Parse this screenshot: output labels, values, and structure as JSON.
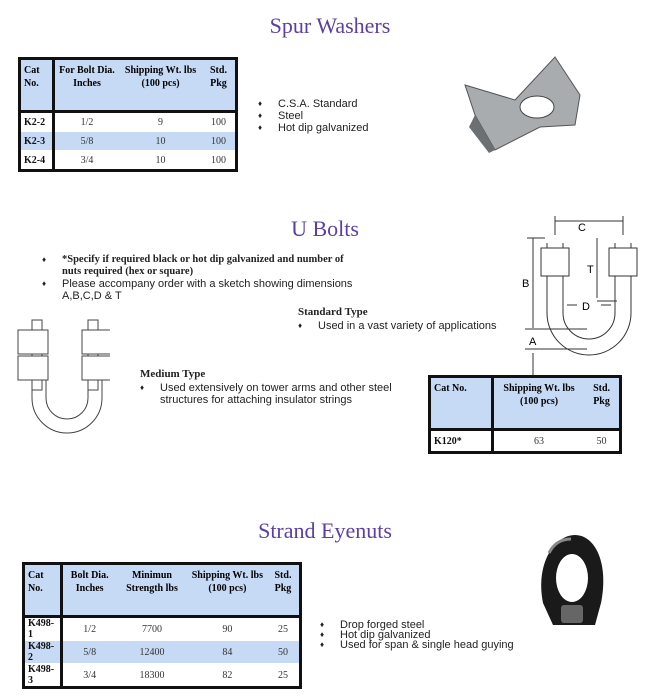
{
  "spur_washers": {
    "title": "Spur Washers",
    "headers": [
      "Cat No.",
      "For Bolt Dia. Inches",
      "Shipping Wt. lbs (100 pcs)",
      "Std. Pkg"
    ],
    "rows": [
      [
        "K2-2",
        "1/2",
        "9",
        "100"
      ],
      [
        "K2-3",
        "5/8",
        "10",
        "100"
      ],
      [
        "K2-4",
        "3/4",
        "10",
        "100"
      ]
    ],
    "bullets": [
      "C.S.A. Standard",
      "Steel",
      "Hot dip galvanized"
    ]
  },
  "u_bolts": {
    "title": "U Bolts",
    "notes": [
      "*Specify if required black or hot dip galvanized and number of nuts required (hex or square)",
      "Please accompany order with a sketch showing dimensions A,B,C,D & T"
    ],
    "standard_label": "Standard Type",
    "standard_bullet": "Used in a vast variety of applications",
    "medium_label": "Medium Type",
    "medium_bullet": "Used extensively on tower arms and other steel structures for attaching insulator strings",
    "dims": [
      "C",
      "B",
      "T",
      "D",
      "A"
    ],
    "headers": [
      "Cat No.",
      "Shipping Wt. lbs (100 pcs)",
      "Std. Pkg"
    ],
    "rows": [
      [
        "K120*",
        "63",
        "50"
      ]
    ]
  },
  "strand_eyenuts": {
    "title": "Strand Eyenuts",
    "headers": [
      "Cat No.",
      "Bolt Dia. Inches",
      "Minimun Strength lbs",
      "Shipping Wt. lbs (100 pcs)",
      "Std. Pkg"
    ],
    "rows": [
      [
        "K498-1",
        "1/2",
        "7700",
        "90",
        "25"
      ],
      [
        "K498-2",
        "5/8",
        "12400",
        "84",
        "50"
      ],
      [
        "K498-3",
        "3/4",
        "18300",
        "82",
        "25"
      ]
    ],
    "bullets": [
      "Drop forged steel",
      "Hot dip galvanized",
      "Used for span & single head guying"
    ]
  }
}
